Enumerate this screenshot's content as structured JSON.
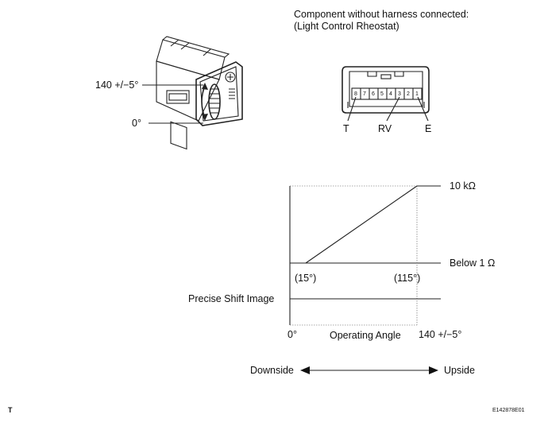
{
  "connector": {
    "title_line1": "Component without harness connected:",
    "title_line2": "(Light Control Rheostat)",
    "pins": [
      "8",
      "7",
      "6",
      "5",
      "4",
      "3",
      "2",
      "1"
    ],
    "terminal_labels": [
      "T",
      "RV",
      "E"
    ]
  },
  "switch": {
    "angle_max_label": "140 +/−5°",
    "angle_zero_label": "0°"
  },
  "graph": {
    "resistance_high": "10 kΩ",
    "resistance_low": "Below 1 Ω",
    "angle_start": "(15°)",
    "angle_end": "(115°)",
    "precise_shift_label": "Precise Shift Image",
    "x_zero": "0°",
    "x_label": "Operating Angle",
    "x_max": "140 +/−5°"
  },
  "direction": {
    "left": "Downside",
    "right": "Upside"
  },
  "footer": {
    "left_mark": "T",
    "code": "E142878E01"
  }
}
